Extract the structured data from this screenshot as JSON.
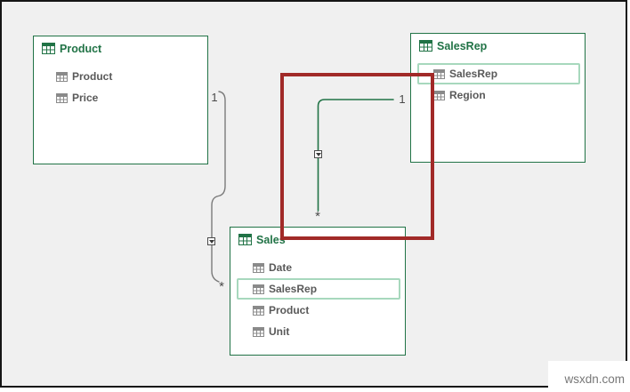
{
  "tables": [
    {
      "name": "Product",
      "fields": [
        {
          "label": "Product",
          "highlighted": false
        },
        {
          "label": "Price",
          "highlighted": false
        }
      ]
    },
    {
      "name": "SalesRep",
      "fields": [
        {
          "label": "SalesRep",
          "highlighted": true
        },
        {
          "label": "Region",
          "highlighted": false
        }
      ]
    },
    {
      "name": "Sales",
      "fields": [
        {
          "label": "Date",
          "highlighted": false
        },
        {
          "label": "SalesRep",
          "highlighted": true
        },
        {
          "label": "Product",
          "highlighted": false
        },
        {
          "label": "Unit",
          "highlighted": false
        }
      ]
    }
  ],
  "relationships": [
    {
      "from": "Product",
      "to": "Sales",
      "one_label": "1",
      "many_label": "*",
      "color": "#7a7a7a"
    },
    {
      "from": "SalesRep",
      "to": "Sales",
      "one_label": "1",
      "many_label": "*",
      "color": "#217346"
    }
  ],
  "annotation": {
    "shape": "rectangle",
    "color": "#a12a28"
  },
  "watermark": {
    "text": "wsxdn.com",
    "color": "#777777"
  },
  "colors": {
    "canvas_bg": "#f0f0f0",
    "frame_border": "#151515",
    "table_border": "#217346",
    "table_header_text": "#217346",
    "field_text": "#595959",
    "highlight_border": "#a7d8bd",
    "marker_border": "#4a4a4a",
    "cardinality_text": "#4a4a4a"
  }
}
